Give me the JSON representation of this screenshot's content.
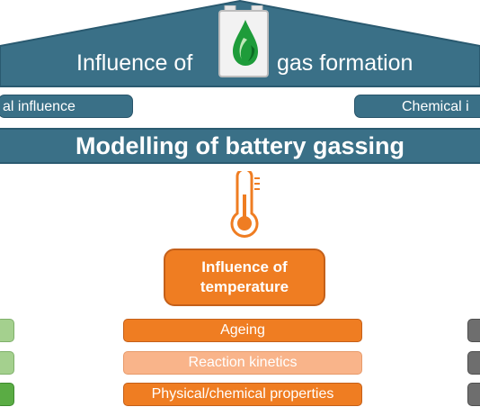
{
  "roof": {
    "title_left": "Influence of",
    "title_right": "gas formation",
    "logo_icon": "battery-drop-logo"
  },
  "side_labels": {
    "left": "al influence",
    "right": "Chemical i"
  },
  "band": {
    "title": "Modelling of battery gassing"
  },
  "thermometer_icon": "thermometer-icon",
  "center": {
    "line1": "Influence of",
    "line2": "temperature"
  },
  "factors": [
    "Ageing",
    "Reaction kinetics",
    "Physical/chemical properties"
  ],
  "colors": {
    "roof_blue": "#3a7087",
    "orange": "#ef7d22",
    "light_orange": "#f9b48a",
    "green_light": "#a4d08e",
    "green_dark": "#5aac44",
    "gray": "#6e6e6e"
  }
}
